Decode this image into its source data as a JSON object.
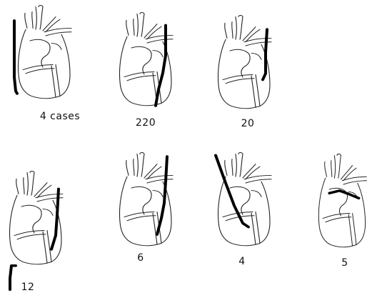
{
  "figure": {
    "panels": [
      {
        "id": "p1",
        "caption": "4 cases"
      },
      {
        "id": "p2",
        "caption": "220"
      },
      {
        "id": "p3",
        "caption": "20"
      },
      {
        "id": "p4",
        "caption": "12"
      },
      {
        "id": "p5",
        "caption": "6"
      },
      {
        "id": "p6",
        "caption": "4"
      },
      {
        "id": "p7",
        "caption": "5"
      }
    ]
  },
  "colors": {
    "outline": "#222222",
    "lead": "#000000",
    "background": "#ffffff"
  }
}
